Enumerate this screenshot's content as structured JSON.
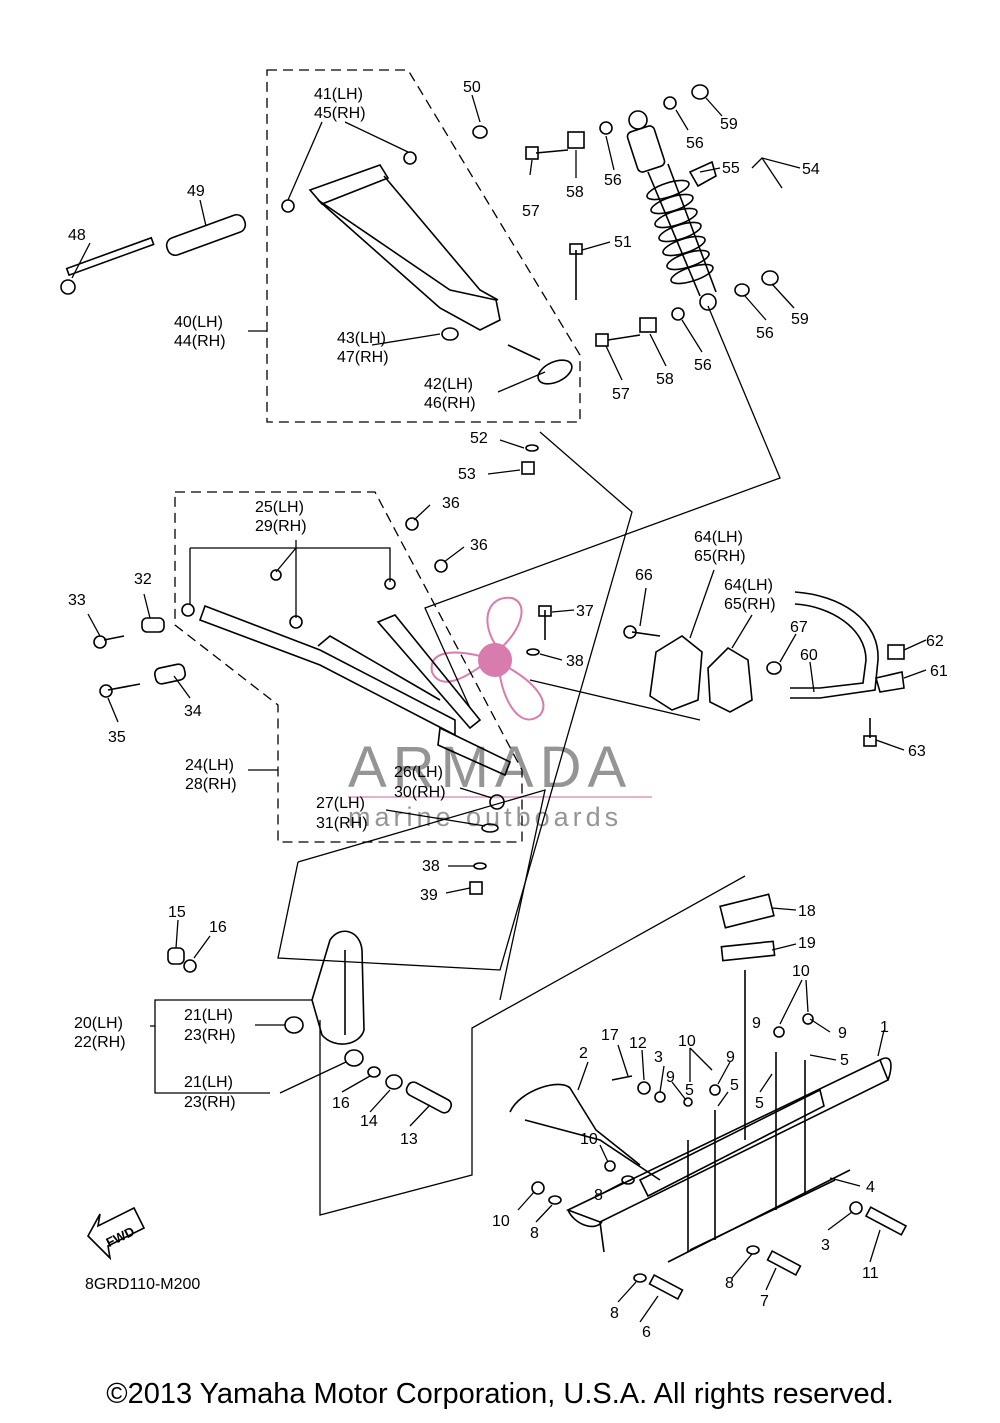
{
  "diagram": {
    "code": "8GRD110-M200",
    "fwd_label": "FWD",
    "copyright": "©2013 Yamaha Motor Corporation, U.S.A. All rights reserved.",
    "watermark": {
      "brand": "ARMADA",
      "tagline": "marine outboards"
    },
    "callouts": {
      "c1": "1",
      "c2": "2",
      "c3a": "3",
      "c3b": "3",
      "c4": "4",
      "c5a": "5",
      "c5b": "5",
      "c5c": "5",
      "c5d": "5",
      "c6": "6",
      "c7": "7",
      "c8a": "8",
      "c8b": "8",
      "c8c": "8",
      "c8d": "8",
      "c9a": "9",
      "c9b": "9",
      "c9c": "9",
      "c9d": "9",
      "c10a": "10",
      "c10b": "10",
      "c10c": "10",
      "c10d": "10",
      "c11": "11",
      "c12": "12",
      "c13": "13",
      "c14": "14",
      "c15": "15",
      "c16a": "16",
      "c16b": "16",
      "c17": "17",
      "c18": "18",
      "c19": "19",
      "c20": "20(LH)",
      "c22": "22(RH)",
      "c21a": "21(LH)",
      "c23a": "23(RH)",
      "c21b": "21(LH)",
      "c23b": "23(RH)",
      "c24": "24(LH)",
      "c28": "28(RH)",
      "c25": "25(LH)",
      "c29": "29(RH)",
      "c26": "26(LH)",
      "c30": "30(RH)",
      "c27": "27(LH)",
      "c31": "31(RH)",
      "c32": "32",
      "c33": "33",
      "c34": "34",
      "c35": "35",
      "c36a": "36",
      "c36b": "36",
      "c37": "37",
      "c38a": "38",
      "c38b": "38",
      "c39": "39",
      "c40": "40(LH)",
      "c44": "44(RH)",
      "c41": "41(LH)",
      "c45": "45(RH)",
      "c42": "42(LH)",
      "c46": "46(RH)",
      "c43": "43(LH)",
      "c47": "47(RH)",
      "c48": "48",
      "c49": "49",
      "c50": "50",
      "c51": "51",
      "c52": "52",
      "c53": "53",
      "c54": "54",
      "c55": "55",
      "c56a": "56",
      "c56b": "56",
      "c56c": "56",
      "c56d": "56",
      "c57a": "57",
      "c57b": "57",
      "c58a": "58",
      "c58b": "58",
      "c59a": "59",
      "c59b": "59",
      "c60": "60",
      "c61": "61",
      "c62": "62",
      "c63": "63",
      "c64a": "64(LH)",
      "c65a": "65(RH)",
      "c64b": "64(LH)",
      "c65b": "65(RH)",
      "c66": "66",
      "c67": "67"
    }
  }
}
